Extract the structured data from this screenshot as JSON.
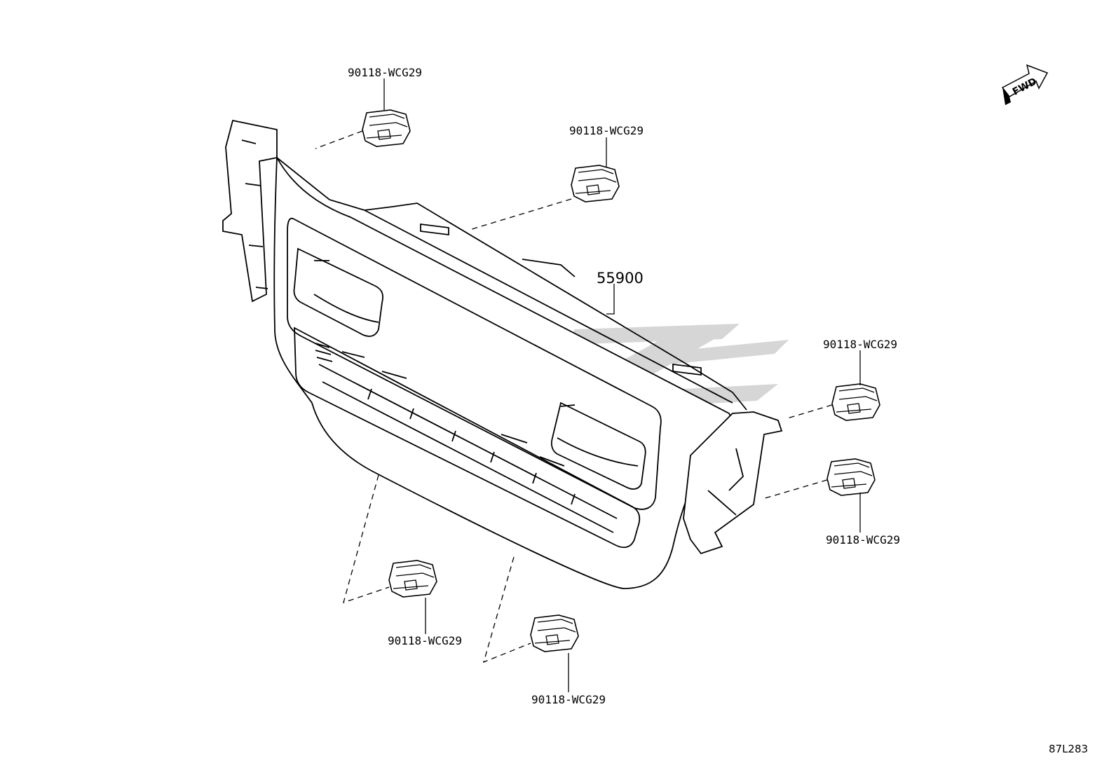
{
  "diagram": {
    "main_part": {
      "number": "55900"
    },
    "clip_callouts": [
      {
        "id": "clip-top-left",
        "number": "90118-WCG29"
      },
      {
        "id": "clip-top-center",
        "number": "90118-WCG29"
      },
      {
        "id": "clip-right-upper",
        "number": "90118-WCG29"
      },
      {
        "id": "clip-right-lower",
        "number": "90118-WCG29"
      },
      {
        "id": "clip-bottom-left",
        "number": "90118-WCG29"
      },
      {
        "id": "clip-bottom-center",
        "number": "90118-WCG29"
      }
    ],
    "direction_marker": {
      "label": "FWD"
    },
    "figure_ref": "87L283",
    "icons": [
      "clip-icon",
      "fwd-arrow-icon",
      "watermark-logo"
    ]
  }
}
